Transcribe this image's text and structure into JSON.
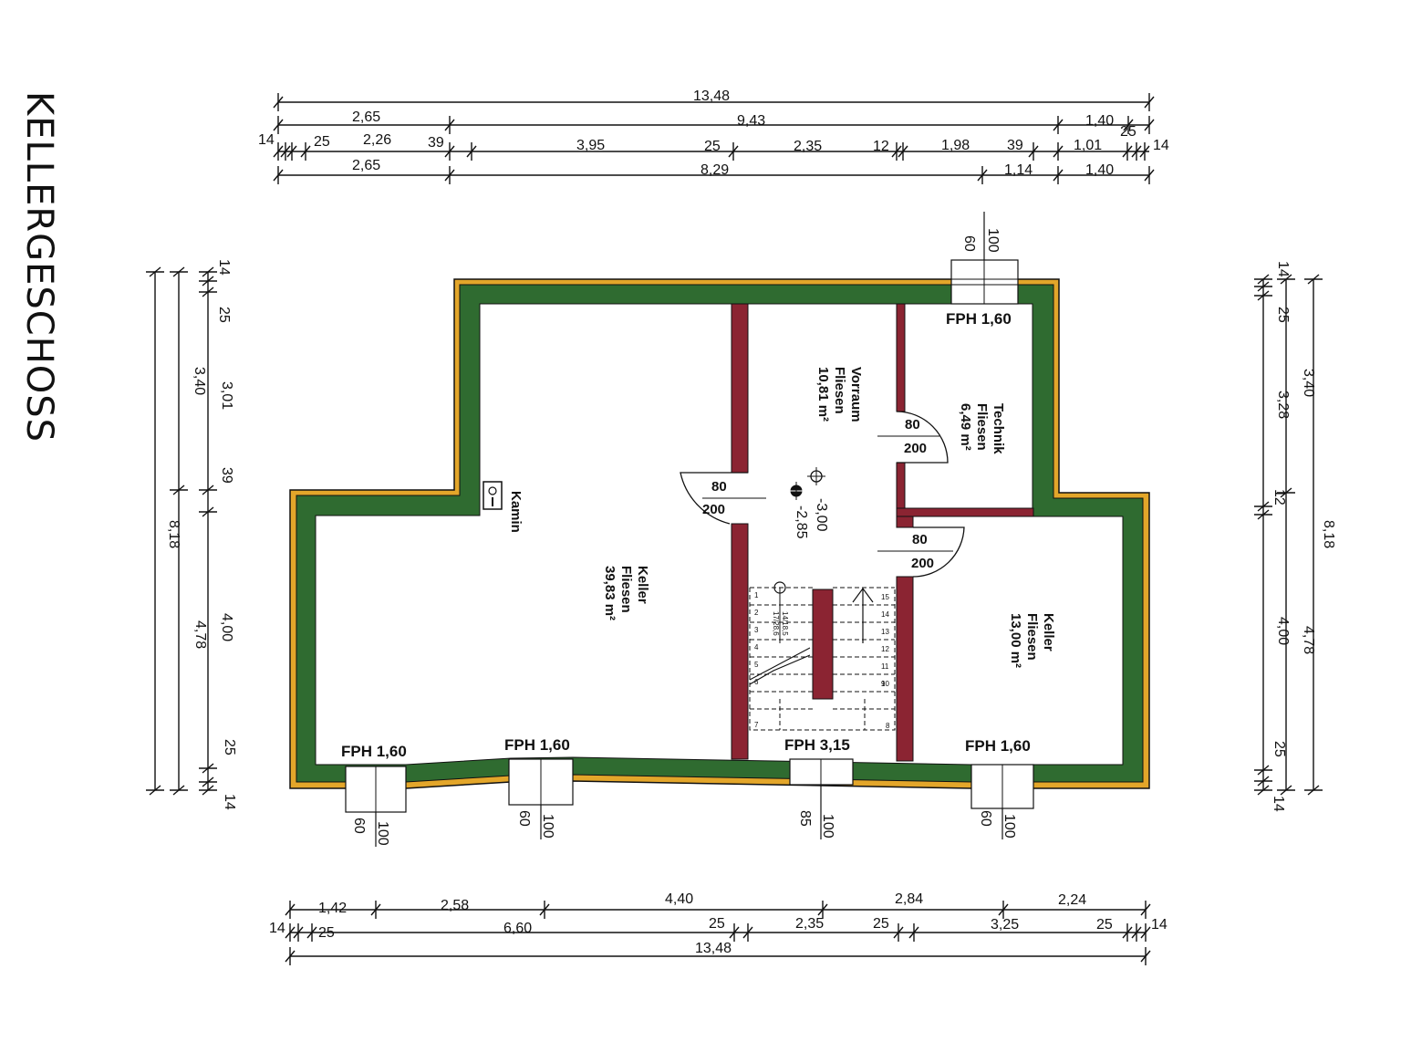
{
  "title": "KELLERGESCHOSS",
  "colors": {
    "outer_insulation": "#e3a62a",
    "wall": "#2f6b30",
    "interior_wall": "#8b2432",
    "lines": "#111111"
  },
  "rooms": {
    "keller_large": {
      "name": "Keller",
      "floor": "Fliesen",
      "area": "39,83 m²"
    },
    "vorraum": {
      "name": "Vorraum",
      "floor": "Fliesen",
      "area": "10,81 m²"
    },
    "technik": {
      "name": "Technik",
      "floor": "Fliesen",
      "area": "6,49 m²"
    },
    "keller_small": {
      "name": "Keller",
      "floor": "Fliesen",
      "area": "13,00 m²"
    },
    "kamin": "Kamin"
  },
  "levels": {
    "level_a": "-3,00",
    "level_b": "-2,85"
  },
  "stair": {
    "annotation_a": "14/18,5",
    "annotation_b": "17/28,6",
    "steps_left": [
      "1",
      "2",
      "3",
      "4",
      "5",
      "6",
      "7"
    ],
    "steps_right": [
      "15",
      "14",
      "13",
      "12",
      "11",
      "10",
      "9"
    ],
    "landing_label": "8"
  },
  "doors": [
    {
      "width": "80",
      "height": "200"
    },
    {
      "width": "80",
      "height": "200"
    },
    {
      "width": "80",
      "height": "200"
    }
  ],
  "windows": [
    {
      "label": "FPH 1,60",
      "w": "60",
      "h": "100"
    },
    {
      "label": "FPH 1,60",
      "w": "60",
      "h": "100"
    },
    {
      "label": "FPH 1,60",
      "w": "60",
      "h": "100"
    },
    {
      "label": "FPH 3,15",
      "w": "85",
      "h": "100"
    },
    {
      "label": "FPH 1,60",
      "w": "60",
      "h": "100"
    }
  ],
  "dims_top": {
    "row1": [
      "13,48"
    ],
    "row2": [
      "2,65",
      "9,43",
      "1,40",
      "25"
    ],
    "row3": [
      "14",
      "25",
      "2,26",
      "39",
      "3,95",
      "25",
      "2,35",
      "12",
      "1,98",
      "39",
      "1,01",
      "14"
    ],
    "row4": [
      "2,65",
      "8,29",
      "1,14",
      "1,40"
    ]
  },
  "dims_bottom": {
    "row1": [
      "1,42",
      "2,58",
      "4,40",
      "2,84",
      "2,24"
    ],
    "row2": [
      "14",
      "25",
      "6,60",
      "25",
      "2,35",
      "25",
      "3,25",
      "25",
      "14"
    ],
    "row3": [
      "13,48"
    ]
  },
  "dims_left": {
    "outer": [
      "8,18"
    ],
    "middle": [
      "3,40",
      "4,78"
    ],
    "inner": [
      "14",
      "25",
      "3,01",
      "39",
      "4,00",
      "25",
      "14"
    ]
  },
  "dims_right": {
    "outer": [
      "8,18"
    ],
    "middle": [
      "3,40",
      "4,78"
    ],
    "inner": [
      "14",
      "25",
      "3,28",
      "12",
      "4,00",
      "25",
      "14"
    ]
  }
}
